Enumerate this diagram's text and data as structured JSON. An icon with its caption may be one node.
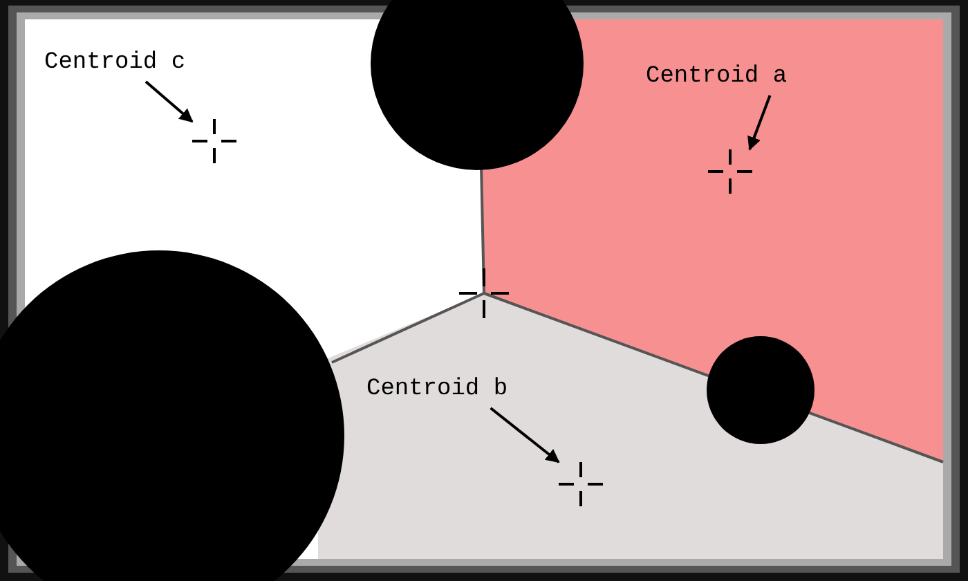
{
  "diagram": {
    "nodes": [
      {
        "text": [
          "Centroid c"
        ]
      },
      {
        "text": [],
        "shape": "cross"
      },
      {
        "text": [
          "Centroid a"
        ]
      },
      {
        "text": [],
        "shape": "cross"
      },
      {
        "text": [
          "Centroid b"
        ]
      },
      {
        "text": [],
        "shape": "cross"
      },
      {
        "text": [],
        "shape": "circle"
      },
      {
        "text": [],
        "shape": "circle"
      },
      {
        "text": [],
        "shape": "circle"
      }
    ],
    "edges": [
      {
        "from": 0,
        "to": 1,
        "arrow": "to"
      },
      {
        "from": 2,
        "to": 3,
        "arrow": "to"
      },
      {
        "from": 4,
        "to": 5,
        "arrow": "to"
      }
    ]
  }
}
